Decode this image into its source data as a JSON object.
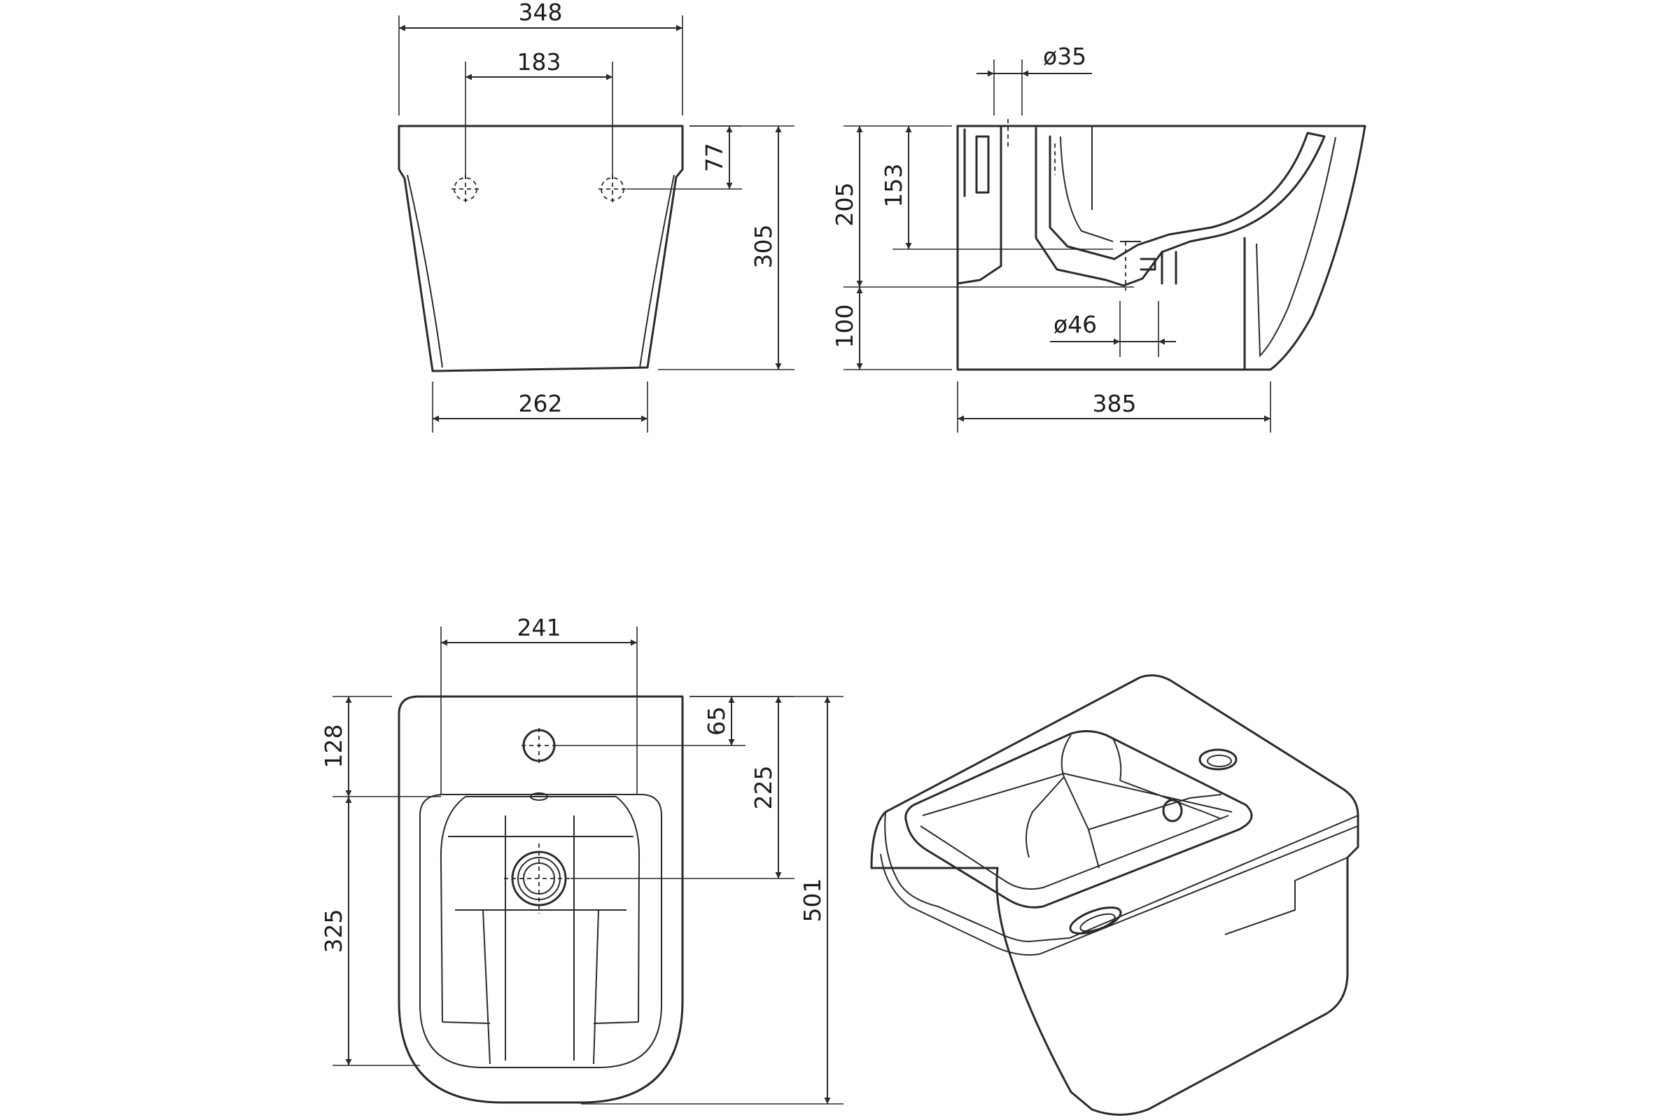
{
  "views": {
    "front": {
      "width_top": "348",
      "hole_spacing": "183",
      "hole_offset": "77",
      "height": "305",
      "width_bottom": "262"
    },
    "side": {
      "pipe_diameter": "ø35",
      "outlet_height": "153",
      "upper_height": "205",
      "base_height": "100",
      "outlet_diameter": "ø46",
      "depth": "385"
    },
    "top": {
      "bowl_width": "241",
      "rim_depth": "128",
      "tap_hole_offset": "65",
      "drain_offset": "225",
      "bowl_depth": "325",
      "total_length": "501"
    }
  },
  "colors": {
    "line": "#2a2a2a",
    "background": "#ffffff"
  }
}
